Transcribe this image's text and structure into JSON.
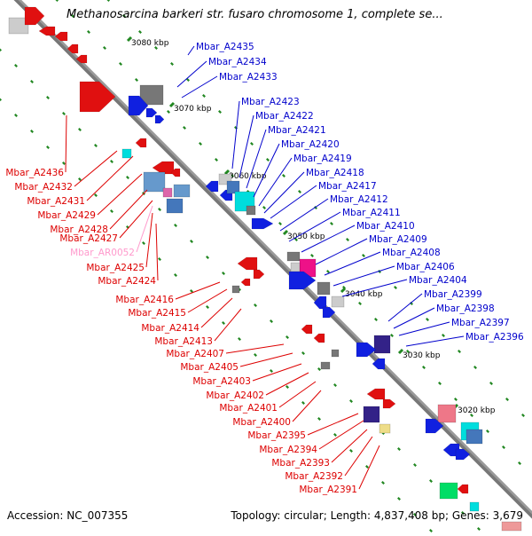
{
  "title": "Methanosarcina barkeri str. fusaro chromosome 1, complete se...",
  "footer": {
    "accession_label": "Accession:",
    "accession": "NC_007355",
    "topology_label": "Topology:",
    "topology": "circular",
    "length_label": "Length:",
    "length": "4,837,408 bp",
    "genes_label": "Genes:",
    "genes": "3,679"
  },
  "scale_labels": [
    "3080 kbp",
    "3070 kbp",
    "3060 kbp",
    "3050 kbp",
    "3040 kbp",
    "3030 kbp",
    "3020 kbp"
  ],
  "genes_forward": [
    "Mbar_A2435",
    "Mbar_A2434",
    "Mbar_A2433",
    "Mbar_A2423",
    "Mbar_A2422",
    "Mbar_A2421",
    "Mbar_A2420",
    "Mbar_A2419",
    "Mbar_A2418",
    "Mbar_A2417",
    "Mbar_A2412",
    "Mbar_A2411",
    "Mbar_A2410",
    "Mbar_A2409",
    "Mbar_A2408",
    "Mbar_A2406",
    "Mbar_A2404",
    "Mbar_A2399",
    "Mbar_A2398",
    "Mbar_A2397",
    "Mbar_A2396"
  ],
  "genes_reverse": [
    "Mbar_A2436",
    "Mbar_A2432",
    "Mbar_A2431",
    "Mbar_A2429",
    "Mbar_A2428",
    "Mbar_A2427",
    "Mbar_AR0052",
    "Mbar_A2425",
    "Mbar_A2424",
    "Mbar_A2416",
    "Mbar_A2415",
    "Mbar_A2414",
    "Mbar_A2413",
    "Mbar_A2407",
    "Mbar_A2405",
    "Mbar_A2403",
    "Mbar_A2402",
    "Mbar_A2401",
    "Mbar_A2400",
    "Mbar_A2395",
    "Mbar_A2394",
    "Mbar_A2393",
    "Mbar_A2392",
    "Mbar_A2391"
  ],
  "colors": {
    "forward_label": "#0000cc",
    "reverse_label": "#dd0000",
    "rna_label": "#ff99cc",
    "backbone": "#777777",
    "ticks": "#228822"
  }
}
